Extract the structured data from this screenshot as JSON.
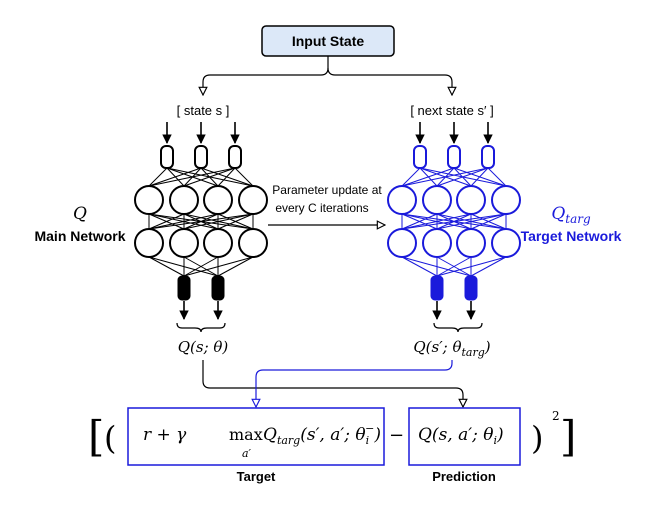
{
  "input_state": {
    "label": "Input State",
    "fill": "#dce8f8"
  },
  "main_net": {
    "input_label": "[ state s ]",
    "q_symbol": "Q",
    "name": "Main Network",
    "output_label": "Q(s; θ)",
    "color": "#000000"
  },
  "target_net": {
    "input_label": "[ next state s′ ]",
    "q_symbol": "Q",
    "q_subscript": "targ",
    "name": "Target Network",
    "output_label": "Q(s′; θ",
    "output_subscript": "targ",
    "color": "#1a1adb"
  },
  "update_arrow": {
    "line1": "Parameter update at",
    "line2": "every C iterations"
  },
  "loss": {
    "target_label": "Target",
    "prediction_label": "Prediction",
    "target_expr": {
      "r_gamma": "r + γ",
      "max": "max",
      "max_sub": "a′",
      "q_targ": "Q",
      "q_targ_sub": "targ",
      "args": "(s′, a′; θ",
      "theta_sub": "i",
      "theta_sup": "−",
      "close": ")"
    },
    "minus": "−",
    "prediction_expr": {
      "text": "Q(s, a′; θ",
      "sub": "i",
      "close": ")"
    },
    "exponent": "2"
  }
}
